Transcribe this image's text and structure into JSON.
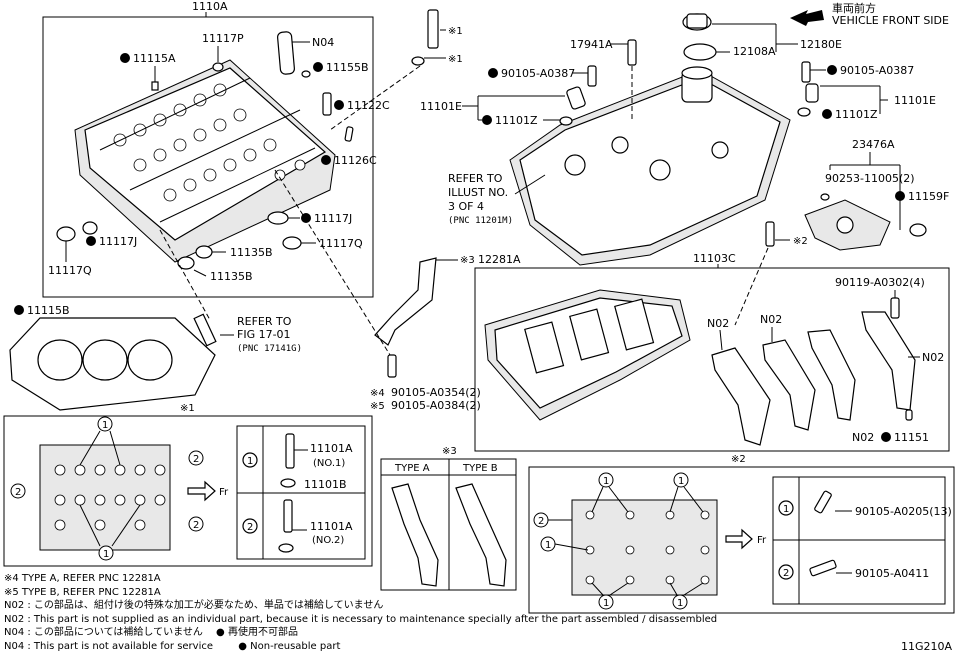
{
  "labels": {
    "l1110A": "1110A",
    "l11117P": "11117P",
    "lN04": "N04",
    "l11115A": "11115A",
    "l11155B": "11155B",
    "l11122C": "11122C",
    "l11126C": "11126C",
    "l11117J_a": "11117J",
    "l11117Q_a": "11117Q",
    "l11135B_a": "11135B",
    "l11135B_b": "11135B",
    "l11117J_b": "11117J",
    "l11117Q_b": "11117Q",
    "l11115B": "11115B",
    "refer1_1": "REFER TO",
    "refer1_2": "FIG 17-01",
    "refer1_3": "(PNC 17141G)",
    "ast1_a": "※1",
    "ast1_b": "※1",
    "l17941A": "17941A",
    "l12108A": "12108A",
    "l12180E": "12180E",
    "front_jp": "車両前方",
    "front_en": "VEHICLE FRONT SIDE",
    "l90105A0387_a": "90105-A0387",
    "l90105A0387_b": "90105-A0387",
    "l11101E_a": "11101E",
    "l11101E_b": "11101E",
    "l11101Z_a": "11101Z",
    "l11101Z_b": "11101Z",
    "refer2_1": "REFER TO",
    "refer2_2": "ILLUST NO.",
    "refer2_3": "3 OF 4",
    "refer2_4": "(PNC 11201M)",
    "l23476A": "23476A",
    "l9025311005": "90253-11005(2)",
    "l11159F": "11159F",
    "ast2_a": "※2",
    "l11103C": "11103C",
    "ast3_a": "※3",
    "l12281A": "12281A",
    "l90119": "90119-A0302(4)",
    "lN02_a": "N02",
    "lN02_b": "N02",
    "lN02_c": "N02",
    "lN02_d": "N02",
    "l11151": "11151",
    "ast4": "※4",
    "ast5": "※5",
    "l90105A0354": "90105-A0354(2)",
    "l90105A0384": "90105-A0384(2)",
    "box1_title": "※1",
    "box1_fr": "Fr",
    "box1_11101A_1": "11101A",
    "box1_no1": "(NO.1)",
    "box1_11101B": "11101B",
    "box1_11101A_2": "11101A",
    "box1_no2": "(NO.2)",
    "box3_title": "※3",
    "typeA": "TYPE A",
    "typeB": "TYPE B",
    "box2_title": "※2",
    "box2_fr": "Fr",
    "box2_9010502": "90105-A0205(13)",
    "box2_9010504": "90105-A0411",
    "c1": "1",
    "c2": "2"
  },
  "notes": {
    "n4": "※4 TYPE A, REFER PNC 12281A",
    "n5": "※5 TYPE B, REFER PNC 12281A",
    "n02_jp": "N02 : この部品は、組付け後の特殊な加工が必要なため、単品では補給していません",
    "n02_en": "N02 : This part is not supplied as an individual part, because it is necessary to maintenance specially after the part assembled / disassembled",
    "n04_jp": "N04 : この部品については補給していません",
    "n04_en": "N04 : This part is not available for service",
    "legend_jp": "再使用不可部品",
    "legend_en": "Non-reusable part"
  },
  "figure_code": "11G210A"
}
